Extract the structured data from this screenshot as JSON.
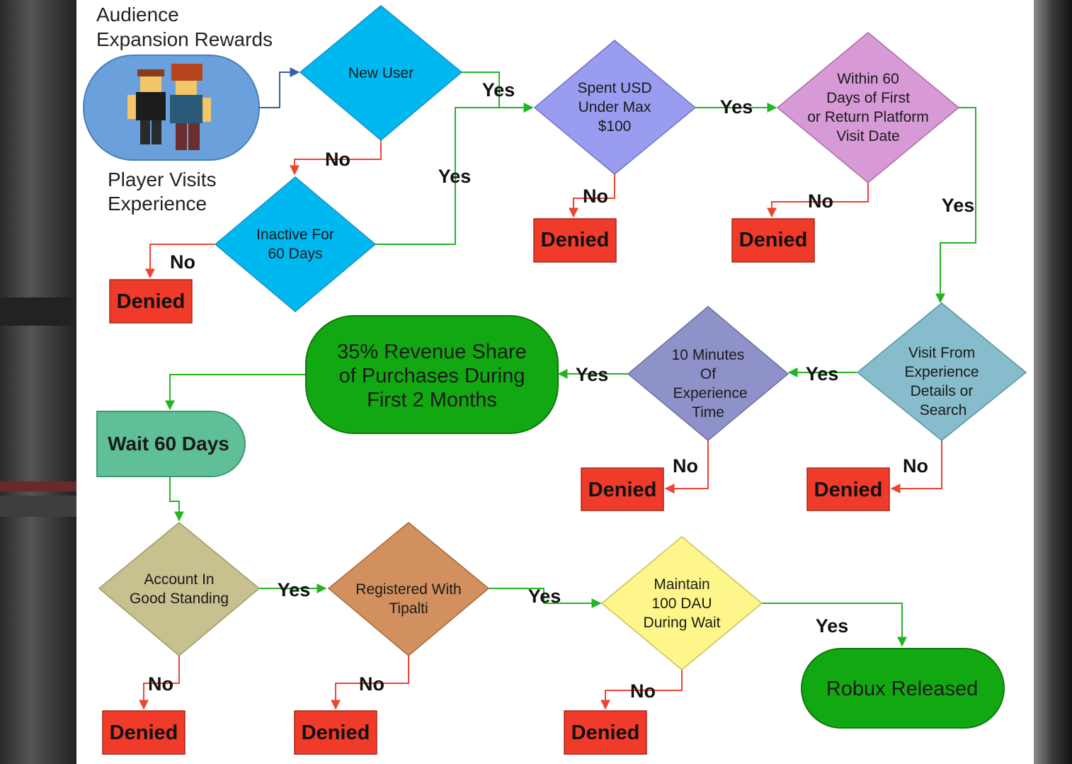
{
  "title_lines": [
    "Audience",
    "Expansion Rewards"
  ],
  "start_caption_lines": [
    "Player Visits",
    "Experience"
  ],
  "colors": {
    "cyan": "#00b8f0",
    "lavender": "#9a9cf0",
    "pink": "#d79ad6",
    "teal": "#86bccb",
    "slate": "#8f92c9",
    "khaki": "#c7c08f",
    "brown": "#d1905d",
    "yellow": "#fef68a",
    "green": "#12a812",
    "sea": "#5fbf96",
    "red": "#f03a2a",
    "yes_arrow": "#22b522",
    "no_arrow": "#ee4433"
  },
  "nodes": {
    "new_user": [
      "New User"
    ],
    "inactive": [
      "Inactive For",
      "60 Days"
    ],
    "spent": [
      "Spent USD",
      "Under Max",
      "$100"
    ],
    "within60": [
      "Within 60",
      "Days of First",
      "or Return Platform",
      "Visit Date"
    ],
    "visit_from": [
      "Visit From",
      "Experience",
      "Details or",
      "Search"
    ],
    "ten_min": [
      "10 Minutes",
      "Of",
      "Experience",
      "Time"
    ],
    "revenue": [
      "35% Revenue Share",
      "of Purchases During",
      "First 2 Months"
    ],
    "wait": [
      "Wait 60 Days"
    ],
    "account": [
      "Account In",
      "Good Standing"
    ],
    "tipalti": [
      "Registered With",
      "Tipalti"
    ],
    "dau": [
      "Maintain",
      "100 DAU",
      "During Wait"
    ],
    "robux": [
      "Robux Released"
    ]
  },
  "labels": {
    "yes": "Yes",
    "no": "No",
    "denied": "Denied"
  }
}
